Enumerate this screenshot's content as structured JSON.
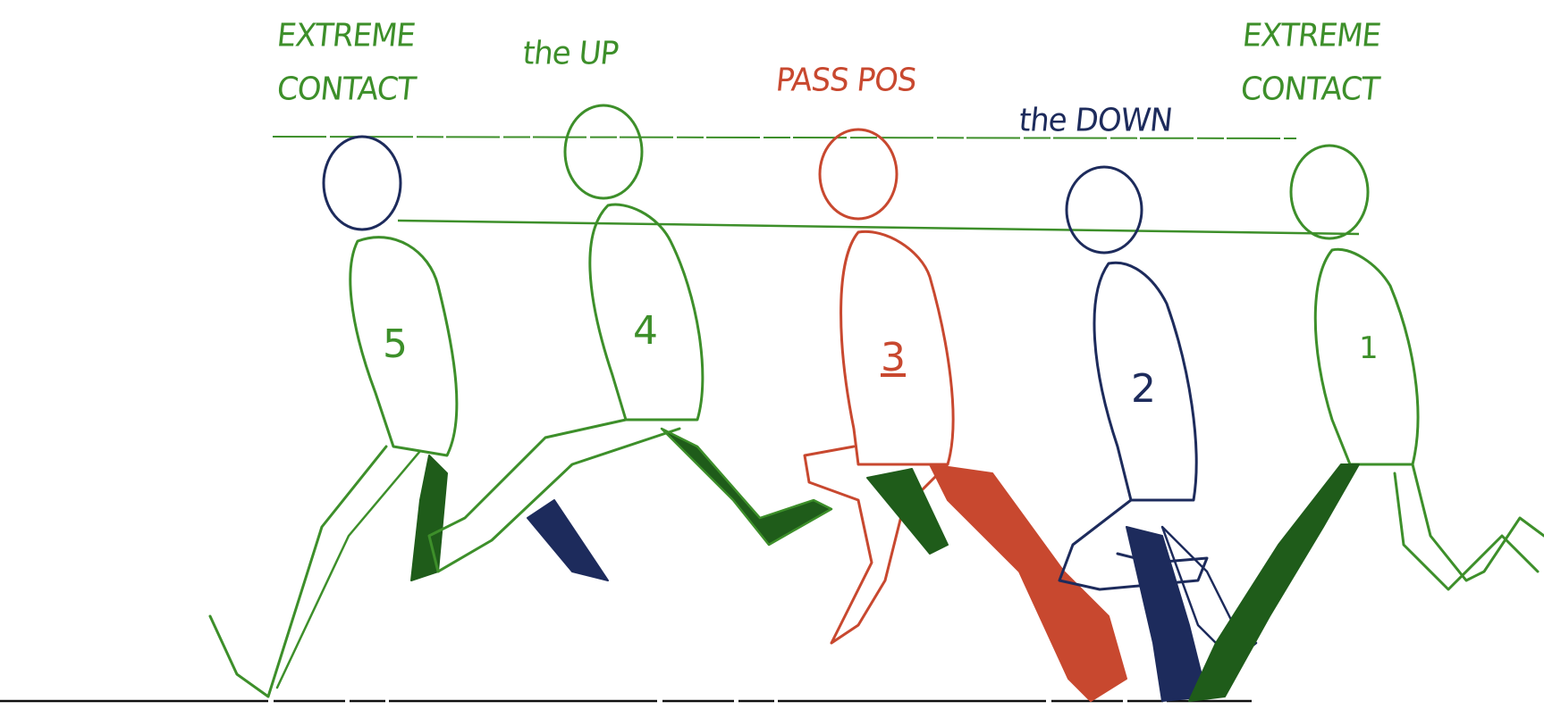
{
  "labels": {
    "extreme_contact_left": [
      "EXTREME",
      "CONTACT"
    ],
    "the_up": "the UP",
    "pass_pos": "PASS POS",
    "the_down": "the DOWN",
    "extreme_contact_right": [
      "EXTREME",
      "CONTACT"
    ]
  },
  "frame_numbers": [
    "5",
    "4",
    "3",
    "2",
    "1"
  ],
  "colors": {
    "green": "#3d8f2a",
    "dark_green": "#1f5c1a",
    "red": "#c8482f",
    "navy": "#1d2b5c",
    "black": "#111111"
  }
}
